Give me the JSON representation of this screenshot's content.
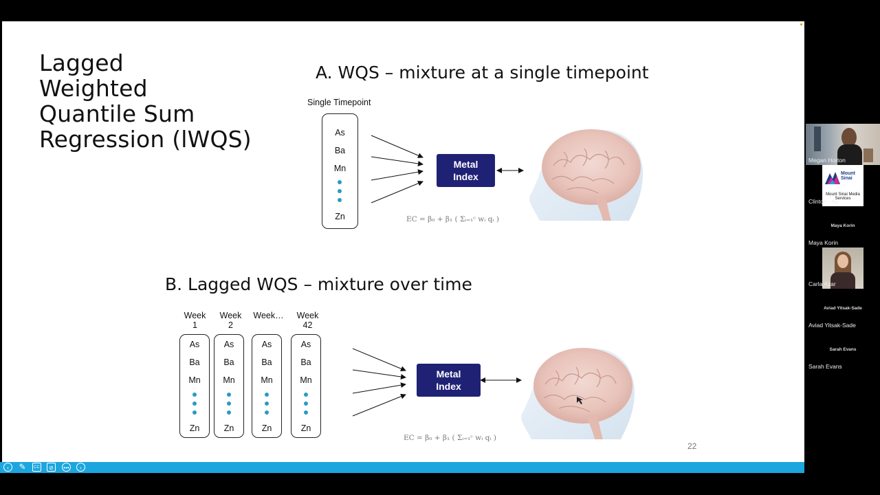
{
  "slide": {
    "title_lines": [
      "Lagged",
      "Weighted",
      "Quantile Sum",
      "Regression (lWQS)"
    ],
    "section_a": {
      "heading": "A. WQS – mixture at a single timepoint",
      "column_label": "Single Timepoint",
      "elements": [
        "As",
        "Ba",
        "Mn",
        "Zn"
      ],
      "index_label_1": "Metal",
      "index_label_2": "Index",
      "formula": "EC = β₀ + β₁ ( Σᵢ₌₁ᶜ wᵢ qᵢ )"
    },
    "section_b": {
      "heading": "B. Lagged WQS – mixture over time",
      "weeks": [
        {
          "line1": "Week",
          "line2": "1"
        },
        {
          "line1": "Week",
          "line2": "2"
        },
        {
          "line1": "Week…",
          "line2": ""
        },
        {
          "line1": "Week",
          "line2": "42"
        }
      ],
      "elements": [
        "As",
        "Ba",
        "Mn",
        "Zn"
      ],
      "index_label_1": "Metal",
      "index_label_2": "Index",
      "formula": "EC = β₀ + β₁ ( Σᵢ₌₁ᶜ wᵢ qᵢ )"
    },
    "page_number": "22"
  },
  "participants": [
    {
      "name": "Megan Horton",
      "tile_text": ""
    },
    {
      "name": "Clinton - AV",
      "tile_text": "Mount Sinai Media Services"
    },
    {
      "name": "Maya Korin",
      "tile_text": "Maya Korin"
    },
    {
      "name": "Carla Azar",
      "tile_text": ""
    },
    {
      "name": "Aviad Yitsak-Sade",
      "tile_text": "Aviad Yitsak-Sade"
    },
    {
      "name": "Sarah Evans",
      "tile_text": "Sarah Evans"
    }
  ],
  "colors": {
    "metal_index": "#1f2175",
    "dots": "#2a9bc1",
    "toolbar": "#1ca6df",
    "background": "#000000"
  },
  "toolbar_icons": [
    "back-icon",
    "pen-icon",
    "cc-icon",
    "camera-off-icon",
    "more-icon",
    "forward-icon"
  ]
}
